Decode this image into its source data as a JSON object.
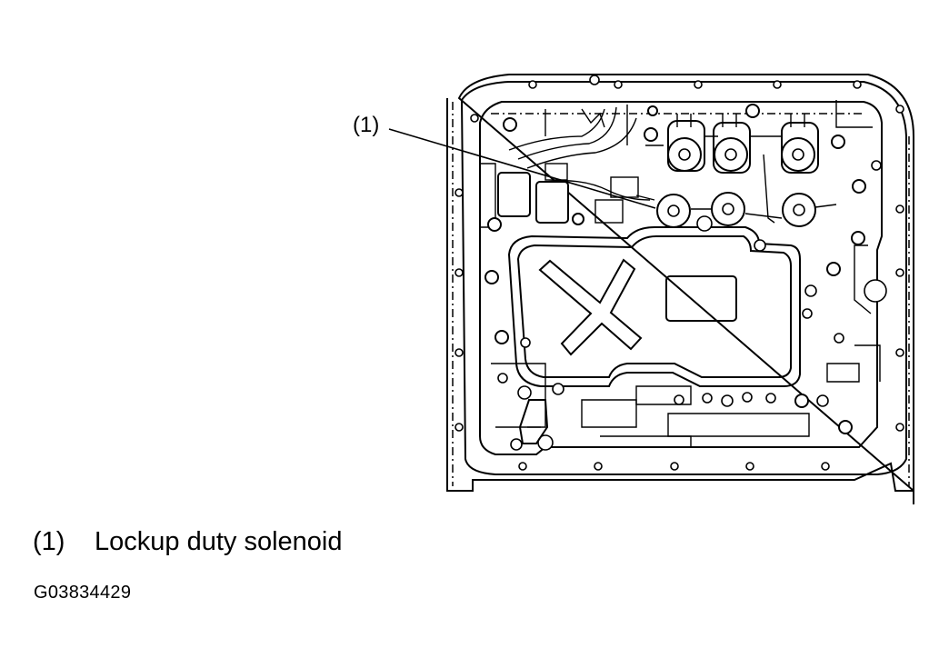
{
  "callout": {
    "label": "(1)"
  },
  "legend": {
    "items": [
      {
        "number": "(1)",
        "text": "Lockup duty solenoid"
      }
    ]
  },
  "figure_id": "G03834429"
}
